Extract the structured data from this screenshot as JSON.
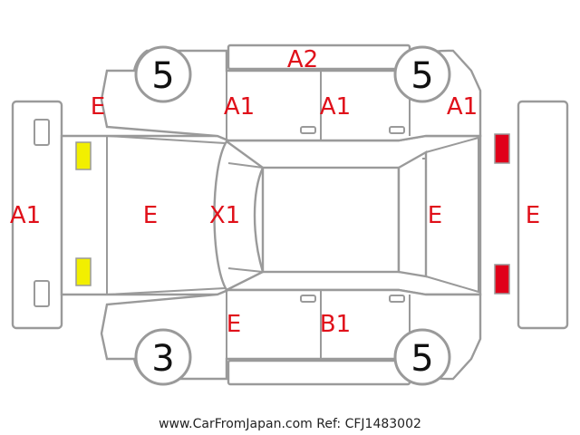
{
  "tires": {
    "front_left": "5",
    "front_right": "5",
    "rear_left": "3",
    "rear_right": "5"
  },
  "codes": {
    "roof_top_edge": "A2",
    "front_left_fender": "E",
    "front_left_door": "A1",
    "rear_left_door": "A1",
    "rear_left_quarter": "A1",
    "front_bumper": "A1",
    "hood": "E",
    "windshield": "X1",
    "rear_hatch": "E",
    "rear_bumper": "E",
    "front_right_door": "E",
    "rear_right_door": "B1"
  },
  "lights": {
    "front_color": "#f2ef00",
    "rear_color": "#e0001a"
  },
  "colors": {
    "damage_code": "#e0101a",
    "outline": "#9a9a9a"
  },
  "footer": {
    "text": "www.CarFromJapan.com Ref: CFJ1483002"
  }
}
